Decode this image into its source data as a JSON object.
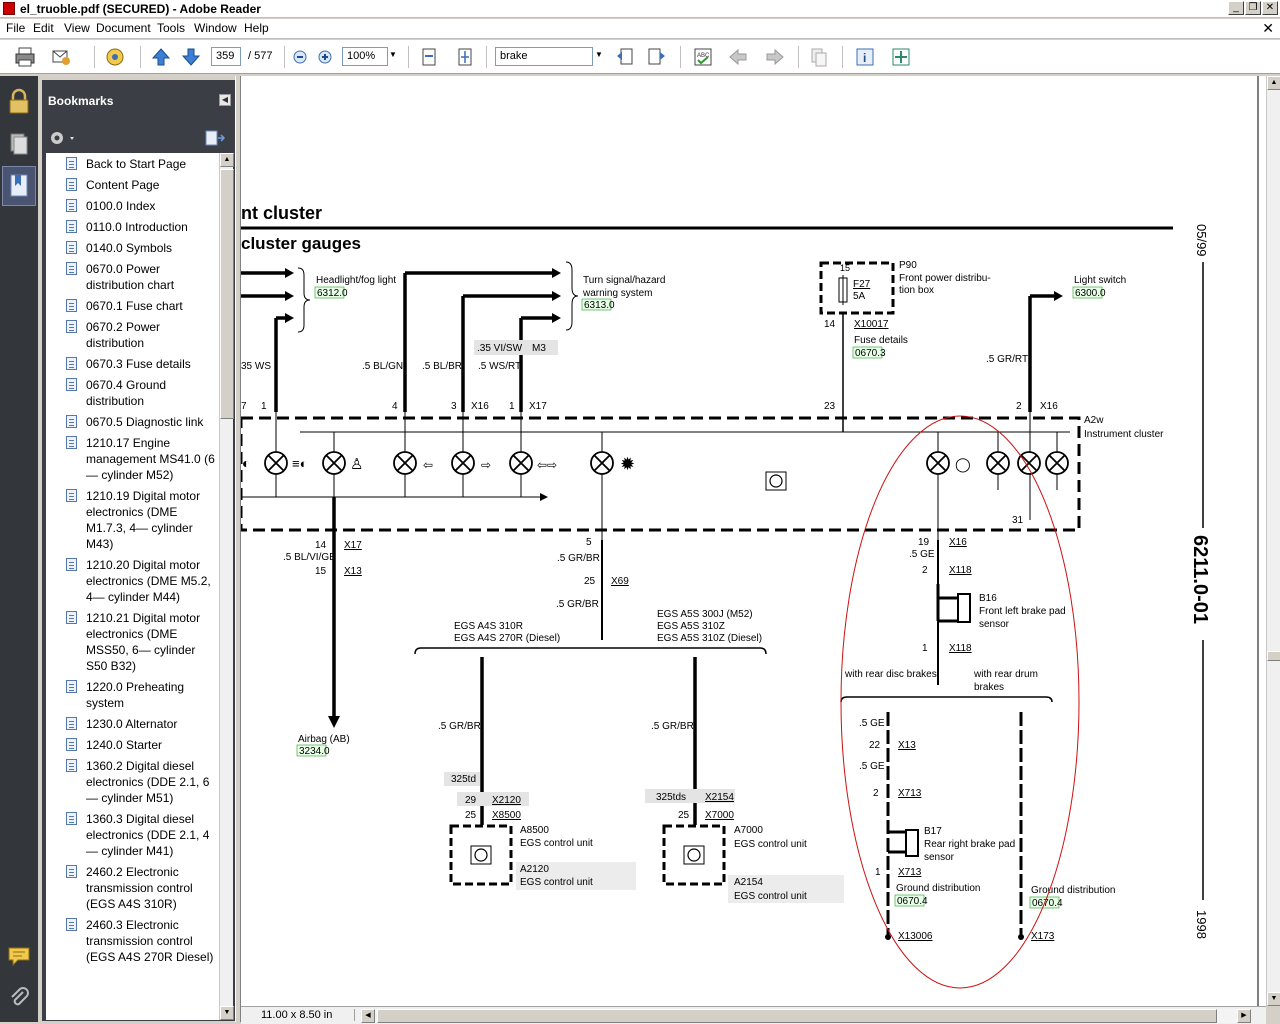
{
  "window": {
    "title": "el_truoble.pdf (SECURED) - Adobe Reader",
    "min_symbol": "_",
    "max_symbol": "❐",
    "close_symbol": "✕"
  },
  "menu": {
    "items": [
      "File",
      "Edit",
      "View",
      "Document",
      "Tools",
      "Window",
      "Help"
    ],
    "close_doc": "✕"
  },
  "toolbar": {
    "page_current": "359",
    "page_total": "/ 577",
    "zoom": "100%",
    "search": "brake",
    "icons": [
      "print-icon",
      "email-icon",
      "collaborate-icon",
      "previous-page-icon",
      "next-page-icon",
      "zoom-out-icon",
      "zoom-in-icon",
      "actual-size-icon",
      "fit-page-icon",
      "find-previous-icon",
      "find-next-icon",
      "spellcheck-icon",
      "back-icon",
      "forward-icon",
      "pages-icon",
      "info-icon",
      "translate-icon"
    ]
  },
  "sidebar": {
    "icons": [
      "lock-icon",
      "pages-icon",
      "bookmarks-icon",
      "comments-icon",
      "attachments-icon"
    ]
  },
  "bookmarks": {
    "header": "Bookmarks",
    "options_icon": "gear-icon",
    "items": [
      "Back to Start Page",
      "Content Page",
      "0100.0 Index",
      "0110.0 Introduction",
      "0140.0 Symbols",
      "0670.0 Power distribution chart",
      "0670.1 Fuse chart",
      "0670.2 Power distribution",
      "0670.3 Fuse details",
      "0670.4 Ground distribution",
      "0670.5 Diagnostic link",
      "1210.17 Engine management MS41.0 (6— cylinder M52)",
      "1210.19 Digital motor electronics (DME M1.7.3, 4— cylinder M43)",
      "1210.20 Digital motor electronics (DME M5.2, 4— cylinder M44)",
      "1210.21 Digital motor electronics (DME MSS50, 6— cylinder S50 B32)",
      "1220.0 Preheating system",
      "1230.0 Alternator",
      "1240.0 Starter",
      "1360.2 Digital diesel electronics (DDE 2.1, 6— cylinder M51)",
      "1360.3 Digital diesel electronics (DDE 2.1, 4— cylinder M41)",
      "2460.2 Electronic transmission control (EGS A4S 310R)",
      "2460.3 Electronic transmission control (EGS A4S 270R Diesel)"
    ]
  },
  "diagram": {
    "title1": "nt cluster",
    "title2": " cluster gauges",
    "date_code": "05/99",
    "doc_number": "6211.0-01",
    "year": "1998",
    "headlight": {
      "label": "Headlight/fog light",
      "ref": "6312.0"
    },
    "turn": {
      "label1": "Turn signal/hazard",
      "label2": "warning system",
      "ref": "6313.0"
    },
    "fusebox": {
      "pin": "15",
      "fuse": "F27",
      "amps": "5A",
      "pin2": "14",
      "conn": "X10017",
      "id": "P90",
      "label1": "Front power distribu-",
      "label2": "tion box",
      "fuse_details": "Fuse details",
      "fuse_ref": "0670.3"
    },
    "light_switch": {
      "label": "Light switch",
      "ref": "6300.0",
      "wire": ".5 GR/RT"
    },
    "wires_top": {
      "ws": "35 WS",
      "blgn": ".5 BL/GN",
      "blbr": ".5 BL/BR",
      "wsrt": ".5 WS/RT",
      "vlsw": ".35 VI/SW",
      "m3": "M3",
      "pin7": "7",
      "pin1a": "1",
      "pin4": "4",
      "pin3": "3",
      "x16a": "X16",
      "pin1b": "1",
      "x17a": "X17",
      "pin23": "23",
      "pin2": "2",
      "x16b": "X16"
    },
    "cluster": {
      "id": "A2w",
      "label": "Instrument cluster",
      "pin31": "31"
    },
    "airbag": {
      "pin14": "14",
      "x17": "X17",
      "wire": ".5 BL/VI/GE",
      "pin15": "15",
      "x13": "X13",
      "label": "Airbag (AB)",
      "ref": "3234.0"
    },
    "egs": {
      "pin5": "5",
      "wire1": ".5 GR/BR",
      "pin25": "25",
      "x69": "X69",
      "wire2": ".5 GR/BR",
      "left1": "EGS A4S 310R",
      "left2": "EGS A4S 270R (Diesel)",
      "right1": "EGS A5S 300J (M52)",
      "right2": "EGS A5S 310Z",
      "right3": "EGS A5S 310Z (Diesel)",
      "lwire": ".5 GR/BR",
      "rwire": ".5 GR/BR",
      "l325": "325td",
      "lpin29": "29",
      "lx2120": "X2120",
      "lpin25": "25",
      "lx8500": "X8500",
      "r325": "325tds",
      "rx2154": "X2154",
      "rpin25": "25",
      "rx7000": "X7000",
      "a8500": "A8500",
      "a8500_label": "EGS control unit",
      "a2120": "A2120",
      "a2120_label": "EGS control unit",
      "a7000": "A7000",
      "a7000_label": "EGS control unit",
      "a2154": "A2154",
      "a2154_label": "EGS control unit"
    },
    "brake": {
      "pin19": "19",
      "x16": "X16",
      "wire_ge": ".5 GE",
      "pin2": "2",
      "x118a": "X118",
      "b16": "B16",
      "b16_label1": "Front left brake pad",
      "b16_label2": "sensor",
      "pin1": "1",
      "x118b": "X118",
      "disc": "with rear disc brakes",
      "drum1": "with rear drum",
      "drum2": "brakes",
      "ge1": ".5 GE",
      "pin22": "22",
      "x13": "X13",
      "ge2": ".5 GE",
      "pin2b": "2",
      "x713a": "X713",
      "b17": "B17",
      "b17_label1": "Rear right brake pad",
      "b17_label2": "sensor",
      "pin1b": "1",
      "x713b": "X713",
      "ground": "Ground distribution",
      "gref": "0670.4",
      "x13006": "X13006",
      "ground2": "Ground distribution",
      "gref2": "0670.4",
      "x173": "X173"
    }
  },
  "status": {
    "page_size": "11.00 x 8.50 in"
  },
  "colors": {
    "panel": "#3b3e44",
    "leftbar": "#33363b",
    "annotation": "#cc1111",
    "ref_highlight": "#1ea01e"
  }
}
